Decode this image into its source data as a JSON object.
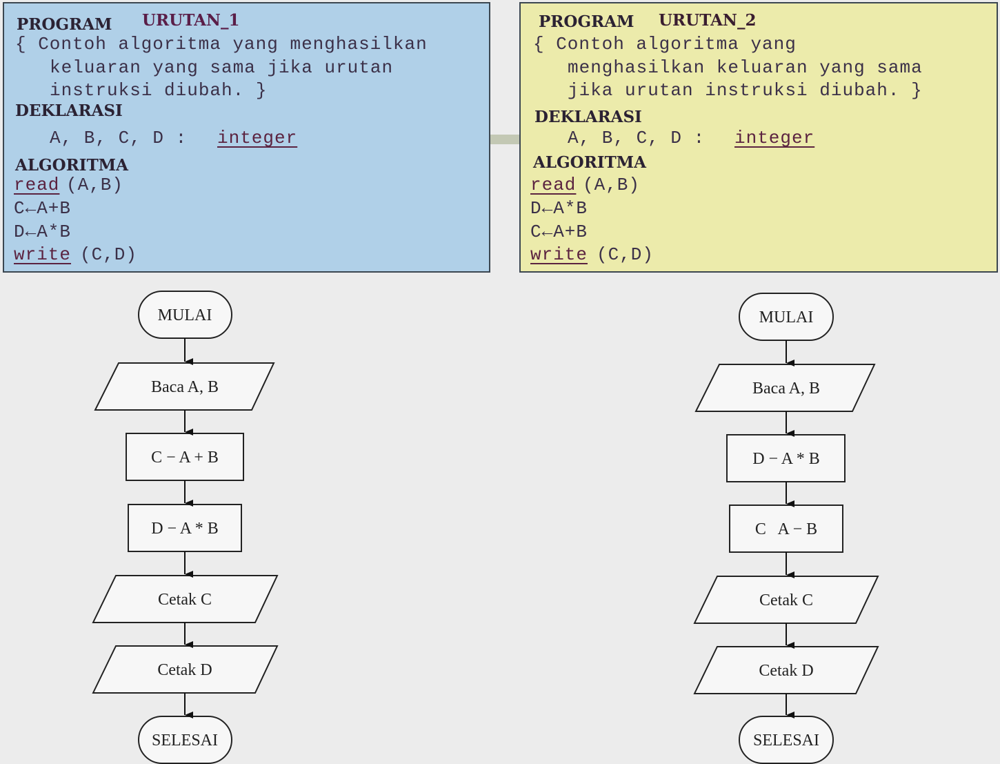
{
  "left_program": {
    "program_label": "PROGRAM",
    "program_name": "URUTAN_1",
    "comment_lines": [
      "{ Contoh algoritma yang menghasilkan",
      "keluaran yang sama jika urutan",
      "instruksi diubah. }"
    ],
    "declaration_label": "DEKLARASI",
    "declaration_vars": "A, B, C, D :",
    "declaration_type": "integer",
    "algorithm_label": "ALGORITMA",
    "read_keyword": "read",
    "read_args": "(A,B)",
    "step1": "C←A+B",
    "step2": "D←A*B",
    "write_keyword": "write",
    "write_args": "(C,D)"
  },
  "right_program": {
    "program_label": "PROGRAM",
    "program_name": "URUTAN_2",
    "comment_lines": [
      "{ Contoh algoritma yang",
      "menghasilkan keluaran yang sama",
      "jika urutan instruksi diubah. }"
    ],
    "declaration_label": "DEKLARASI",
    "declaration_vars": "A, B, C, D :",
    "declaration_type": "integer",
    "algorithm_label": "ALGORITMA",
    "read_keyword": "read",
    "read_args": "(A,B)",
    "step1": "D←A*B",
    "step2": "C←A+B",
    "write_keyword": "write",
    "write_args": "(C,D)"
  },
  "left_flowchart": {
    "start": "MULAI",
    "input": "Baca A, B",
    "process1": "C − A + B",
    "process2": "D − A * B",
    "output1": "Cetak C",
    "output2": "Cetak D",
    "end": "SELESAI"
  },
  "right_flowchart": {
    "start": "MULAI",
    "input": "Baca A, B",
    "process1": "D − A * B",
    "process2": "C   A − B",
    "output1": "Cetak C",
    "output2": "Cetak D",
    "end": "SELESAI"
  }
}
